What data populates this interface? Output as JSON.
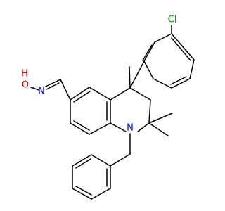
{
  "colors": {
    "bond": "#000000",
    "nitrogen": "#0000ff",
    "oxygen": "#ff0000",
    "chlorine": "#00a000",
    "background": "#ffffff"
  },
  "atoms": {
    "chlorine": "Cl",
    "ring_nitrogen": "N",
    "oxime_nitrogen": "N",
    "hydroxyl_oxygen": "O",
    "hydroxyl_hydrogen": "H"
  }
}
